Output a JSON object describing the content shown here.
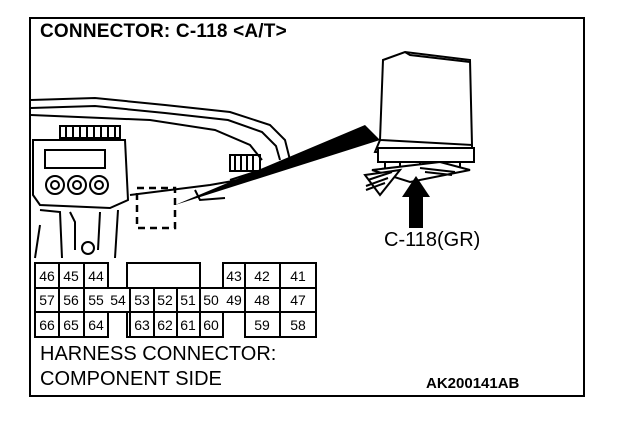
{
  "title": "CONNECTOR: C-118 <A/T>",
  "callout": "C-118(GR)",
  "side_text": [
    "HARNESS CONNECTOR:",
    "COMPONENT SIDE"
  ],
  "figure_code": "AK200141AB",
  "connector": {
    "rows": [
      [
        "46",
        "45",
        "44",
        "",
        "",
        "",
        "",
        "",
        "43",
        "42",
        "41"
      ],
      [
        "57",
        "56",
        "55",
        "54",
        "53",
        "52",
        "51",
        "50",
        "49",
        "48",
        "47"
      ],
      [
        "66",
        "65",
        "64",
        "",
        "63",
        "62",
        "61",
        "60",
        "",
        "59",
        "58"
      ]
    ]
  }
}
